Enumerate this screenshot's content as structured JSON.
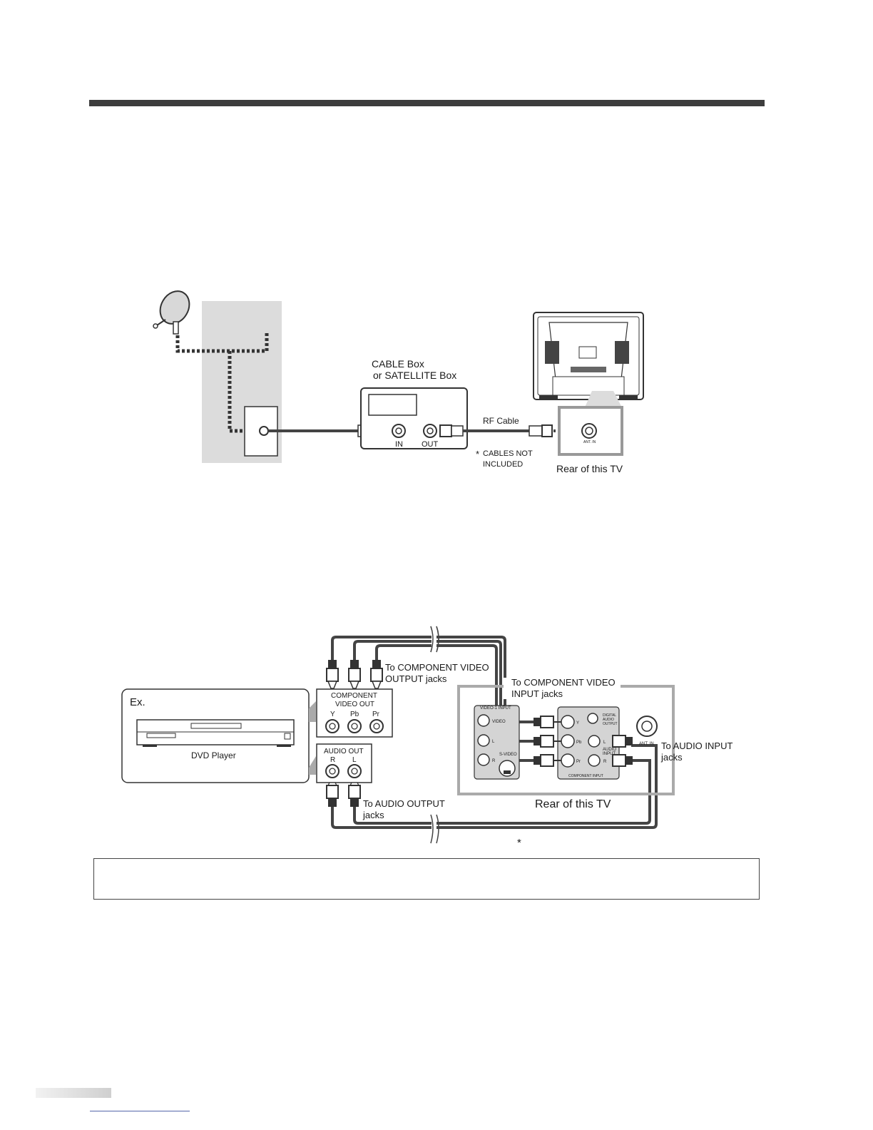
{
  "diagram1": {
    "cable_box_title_1": "CABLE Box",
    "cable_box_title_2": "or SATELLITE Box",
    "in_label": "IN",
    "out_label": "OUT",
    "rf_cable_label": "RF Cable",
    "cables_not_included_1": "CABLES NOT",
    "cables_not_included_2": "INCLUDED",
    "asterisk": "*",
    "rear_tv_label": "Rear of this TV",
    "ant_in_label": "ANT. IN"
  },
  "diagram2": {
    "to_component_video_output_1": "To COMPONENT VIDEO",
    "to_component_video_output_2": "OUTPUT jacks",
    "to_component_video_input_1": "To COMPONENT VIDEO",
    "to_component_video_input_2": "INPUT jacks",
    "ex_label": "Ex.",
    "dvd_player_label": "DVD Player",
    "component_video_out_1": "COMPONENT",
    "component_video_out_2": "VIDEO OUT",
    "y_label": "Y",
    "pb_label": "Pb",
    "pr_label": "Pr",
    "audio_out_label": "AUDIO OUT",
    "r_label": "R",
    "l_label": "L",
    "to_audio_output_1": "To AUDIO OUTPUT",
    "to_audio_output_2": "jacks",
    "to_audio_input_1": "To AUDIO INPUT",
    "to_audio_input_2": "jacks",
    "rear_tv_label": "Rear of this TV",
    "asterisk": "*",
    "video1_input": "VIDEO-1 INPUT",
    "video_jack": "VIDEO",
    "l_jack": "L",
    "r_jack": "R",
    "s_video": "S-VIDEO",
    "digital_audio_1": "DIGITAL",
    "digital_audio_2": "AUDIO",
    "digital_audio_3": "OUTPUT",
    "audio_input_1": "AUDIO",
    "audio_input_2": "INPUT",
    "component_input": "COMPONENT INPUT",
    "y_small": "Y",
    "pb_small": "Pb",
    "pr_small": "Pr",
    "l_small": "L",
    "r_small": "R",
    "ant_in": "ANT. IN"
  }
}
